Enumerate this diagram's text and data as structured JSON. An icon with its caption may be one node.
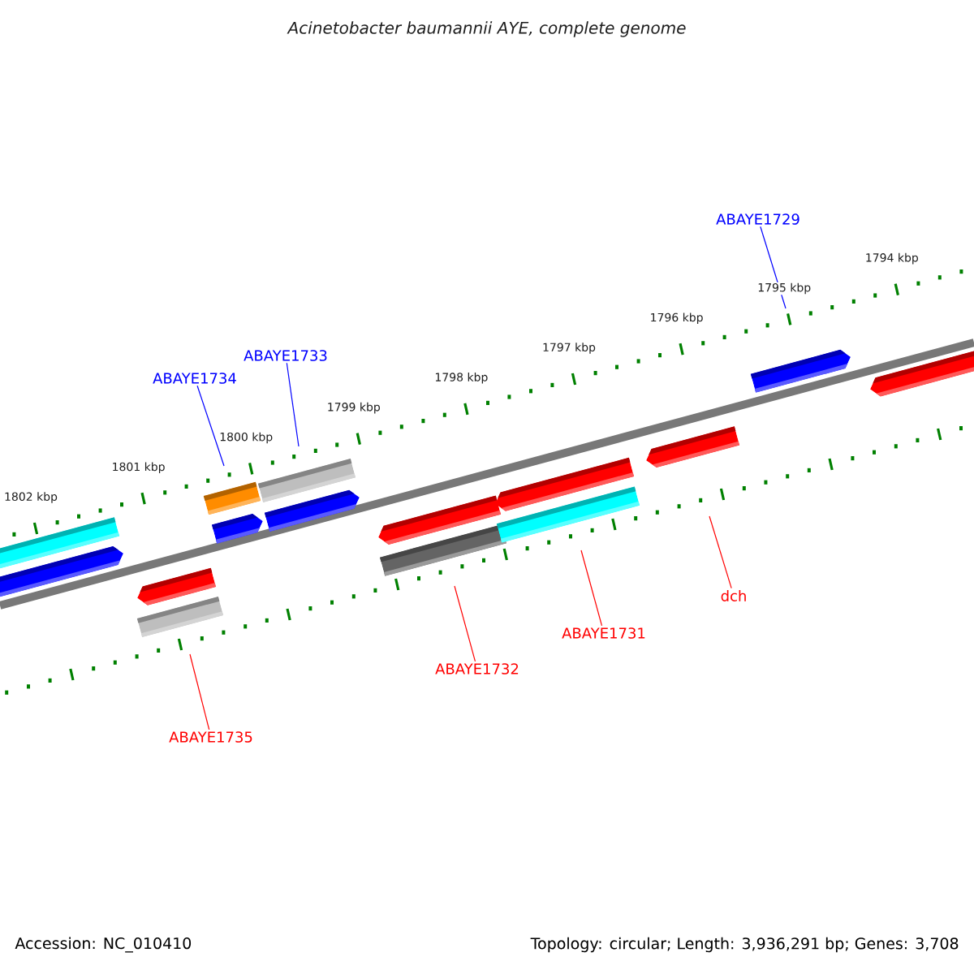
{
  "diagram": {
    "title": "Acinetobacter baumannii AYE, complete genome",
    "nodes": [
      {
        "text": [
          "ABAYE1729"
        ]
      },
      {
        "text": [
          "ABAYE1733"
        ]
      },
      {
        "text": [
          "ABAYE1734"
        ]
      },
      {
        "text": [
          "dch"
        ]
      },
      {
        "text": [
          "ABAYE1731"
        ]
      },
      {
        "text": [
          "ABAYE1732"
        ]
      },
      {
        "text": [
          "ABAYE1735"
        ]
      }
    ],
    "edges": [
      {
        "from": 0,
        "to": null,
        "arrow": "none",
        "color": "#0000ff"
      },
      {
        "from": 1,
        "to": null,
        "arrow": "none",
        "color": "#0000ff"
      },
      {
        "from": 2,
        "to": null,
        "arrow": "none",
        "color": "#0000ff"
      },
      {
        "from": 3,
        "to": null,
        "arrow": "none"
      },
      {
        "from": 4,
        "to": null,
        "arrow": "none"
      },
      {
        "from": 5,
        "to": null,
        "arrow": "none"
      },
      {
        "from": 6,
        "to": null,
        "arrow": "none"
      }
    ],
    "labels": [
      "1802 kbp",
      "1801 kbp",
      "1800 kbp",
      "1799 kbp",
      "1798 kbp",
      "1797 kbp",
      "1796 kbp",
      "1795 kbp",
      "1794 kbp",
      "Accession: NC_010410",
      "Topology: circular; Length: 3,936,291 bp; Genes: 3,708"
    ]
  }
}
